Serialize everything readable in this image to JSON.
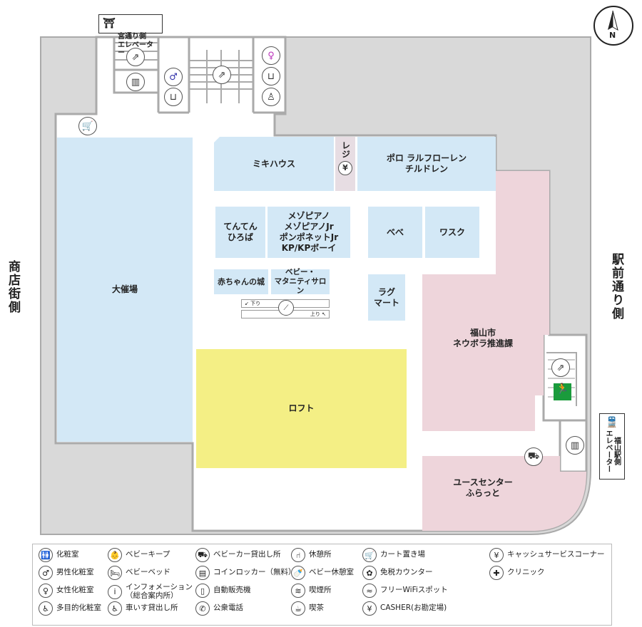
{
  "map": {
    "compass_label": "N",
    "sides": {
      "left": "商店街側",
      "right": "駅前通り側"
    },
    "elevator_tags": {
      "top": "宮通り側\nエレベーター",
      "right": "福山駅側\nエレベーター"
    },
    "areas": [
      {
        "id": "daisaijo",
        "label": "大催場"
      },
      {
        "id": "mikihouse",
        "label": "ミキハウス"
      },
      {
        "id": "register",
        "label": "レジ"
      },
      {
        "id": "polo",
        "label": "ポロ ラルフローレン\nチルドレン"
      },
      {
        "id": "tenten",
        "label": "てんてん\nひろば"
      },
      {
        "id": "mezzo",
        "label": "メゾピアノ\nメゾピアノJr\nポンポネットJr\nKP/KPボーイ"
      },
      {
        "id": "bebe",
        "label": "べべ"
      },
      {
        "id": "wask",
        "label": "ワスク"
      },
      {
        "id": "akachan",
        "label": "赤ちゃんの城"
      },
      {
        "id": "baby_salon",
        "label": "ベビー・\nマタニティサロン"
      },
      {
        "id": "ragmart",
        "label": "ラグ\nマート"
      },
      {
        "id": "loft",
        "label": "ロフト"
      },
      {
        "id": "fukuyama",
        "label": "福山市\nネウボラ推進課"
      },
      {
        "id": "youth",
        "label": "ユースセンター\nふらっと"
      }
    ],
    "escalator": {
      "down": "下り",
      "up": "上り"
    },
    "colors": {
      "shop": "#d3e8f6",
      "public": "#eed5db",
      "loft": "#f4ef85",
      "outside": "#d9d9d9"
    }
  },
  "legend": [
    {
      "icon": "restroom-icon",
      "glyph": "🚻",
      "label": "化粧室"
    },
    {
      "icon": "mens-restroom-icon",
      "glyph": "♂",
      "label": "男性化粧室"
    },
    {
      "icon": "womens-restroom-icon",
      "glyph": "♀",
      "label": "女性化粧室"
    },
    {
      "icon": "accessible-restroom-icon",
      "glyph": "♿",
      "label": "多目的化粧室"
    },
    {
      "icon": "baby-keep-icon",
      "glyph": "👶",
      "label": "ベビーキープ"
    },
    {
      "icon": "baby-bed-icon",
      "glyph": "🛏",
      "label": "ベビーベッド"
    },
    {
      "icon": "information-icon",
      "glyph": "i",
      "label": "インフォメーション\n（総合案内所）"
    },
    {
      "icon": "wheelchair-rental-icon",
      "glyph": "♿",
      "label": "車いす貸出し所"
    },
    {
      "icon": "stroller-rental-icon",
      "glyph": "⛟",
      "label": "ベビーカー貸出し所"
    },
    {
      "icon": "coin-locker-icon",
      "glyph": "▤",
      "label": "コインロッカー（無料）"
    },
    {
      "icon": "vending-machine-icon",
      "glyph": "▯",
      "label": "自動販売機"
    },
    {
      "icon": "payphone-icon",
      "glyph": "✆",
      "label": "公衆電話"
    },
    {
      "icon": "rest-area-icon",
      "glyph": "⑁",
      "label": "休憩所"
    },
    {
      "icon": "baby-rest-room-icon",
      "glyph": "🍼",
      "label": "ベビー休憩室"
    },
    {
      "icon": "smoking-area-icon",
      "glyph": "≋",
      "label": "喫煙所"
    },
    {
      "icon": "cafe-icon",
      "glyph": "☕",
      "label": "喫茶"
    },
    {
      "icon": "cart-icon",
      "glyph": "🛒",
      "label": "カート置き場"
    },
    {
      "icon": "tax-free-icon",
      "glyph": "✿",
      "label": "免税カウンター"
    },
    {
      "icon": "wifi-icon",
      "glyph": "≈",
      "label": "フリーWiFiスポット"
    },
    {
      "icon": "cashier-icon",
      "glyph": "¥",
      "label": "CASHER(お勘定場)"
    },
    {
      "icon": "atm-icon",
      "glyph": "¥",
      "label": "キャッシュサービスコーナー"
    },
    {
      "icon": "clinic-icon",
      "glyph": "✚",
      "label": "クリニック"
    }
  ]
}
